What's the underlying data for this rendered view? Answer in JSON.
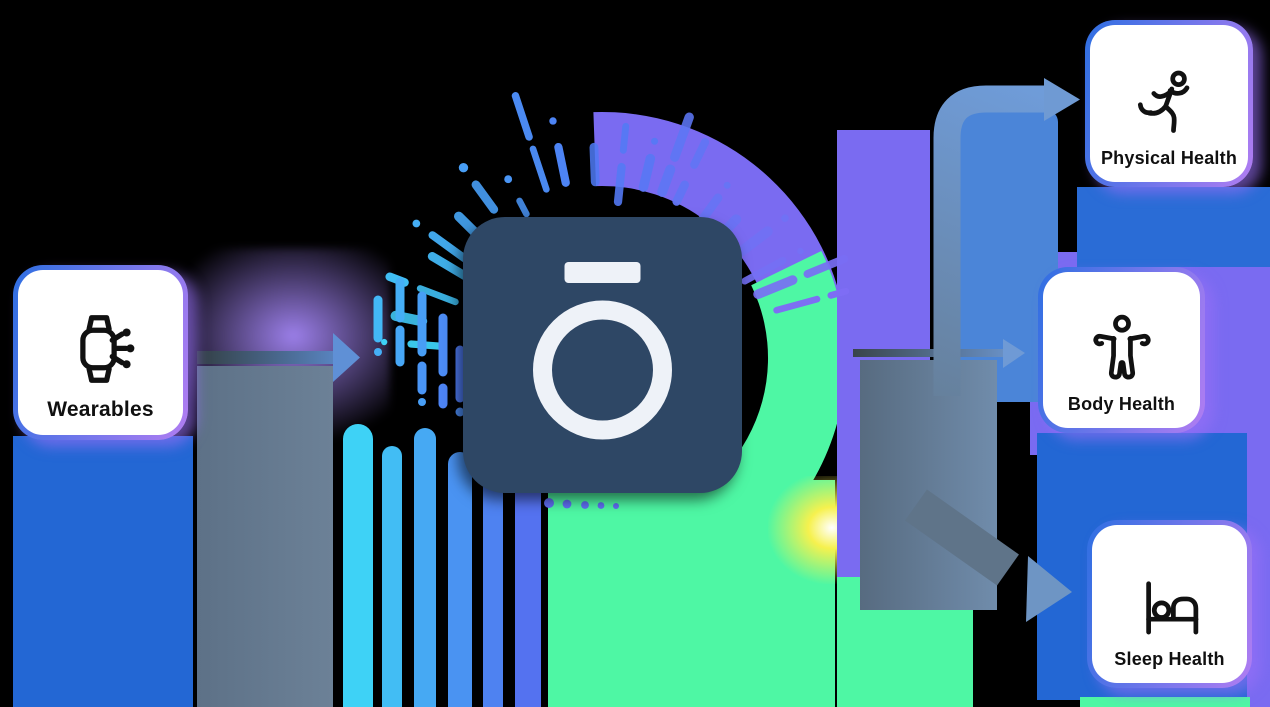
{
  "diagram": {
    "source_card": {
      "label": "Wearables",
      "icon": "smartwatch-data-icon"
    },
    "hub": {
      "icon": "ring-logo-icon"
    },
    "output_cards": [
      {
        "label": "Physical Health",
        "icon": "runner-icon"
      },
      {
        "label": "Body Health",
        "icon": "standing-person-icon"
      },
      {
        "label": "Sleep Health",
        "icon": "sleep-bed-icon"
      }
    ]
  },
  "colors": {
    "background": "#000000",
    "navy": "#2e4765",
    "ring_white": "#eef2f8",
    "bright_blue": "#2367d4",
    "blue_block": "#2a6cd6",
    "purple": "#7a6bf1",
    "soft_purple": "#a486f6",
    "green": "#4ef7a4",
    "yellow": "#f6f14e",
    "cyan": "#3ed2f6",
    "slate": "#64798f",
    "arrow_blue": "#6f9ad5",
    "dot_blue": "#5f6ef2",
    "card_border_blue": "#2f6fe2",
    "card_border_purple": "#b07df2"
  }
}
